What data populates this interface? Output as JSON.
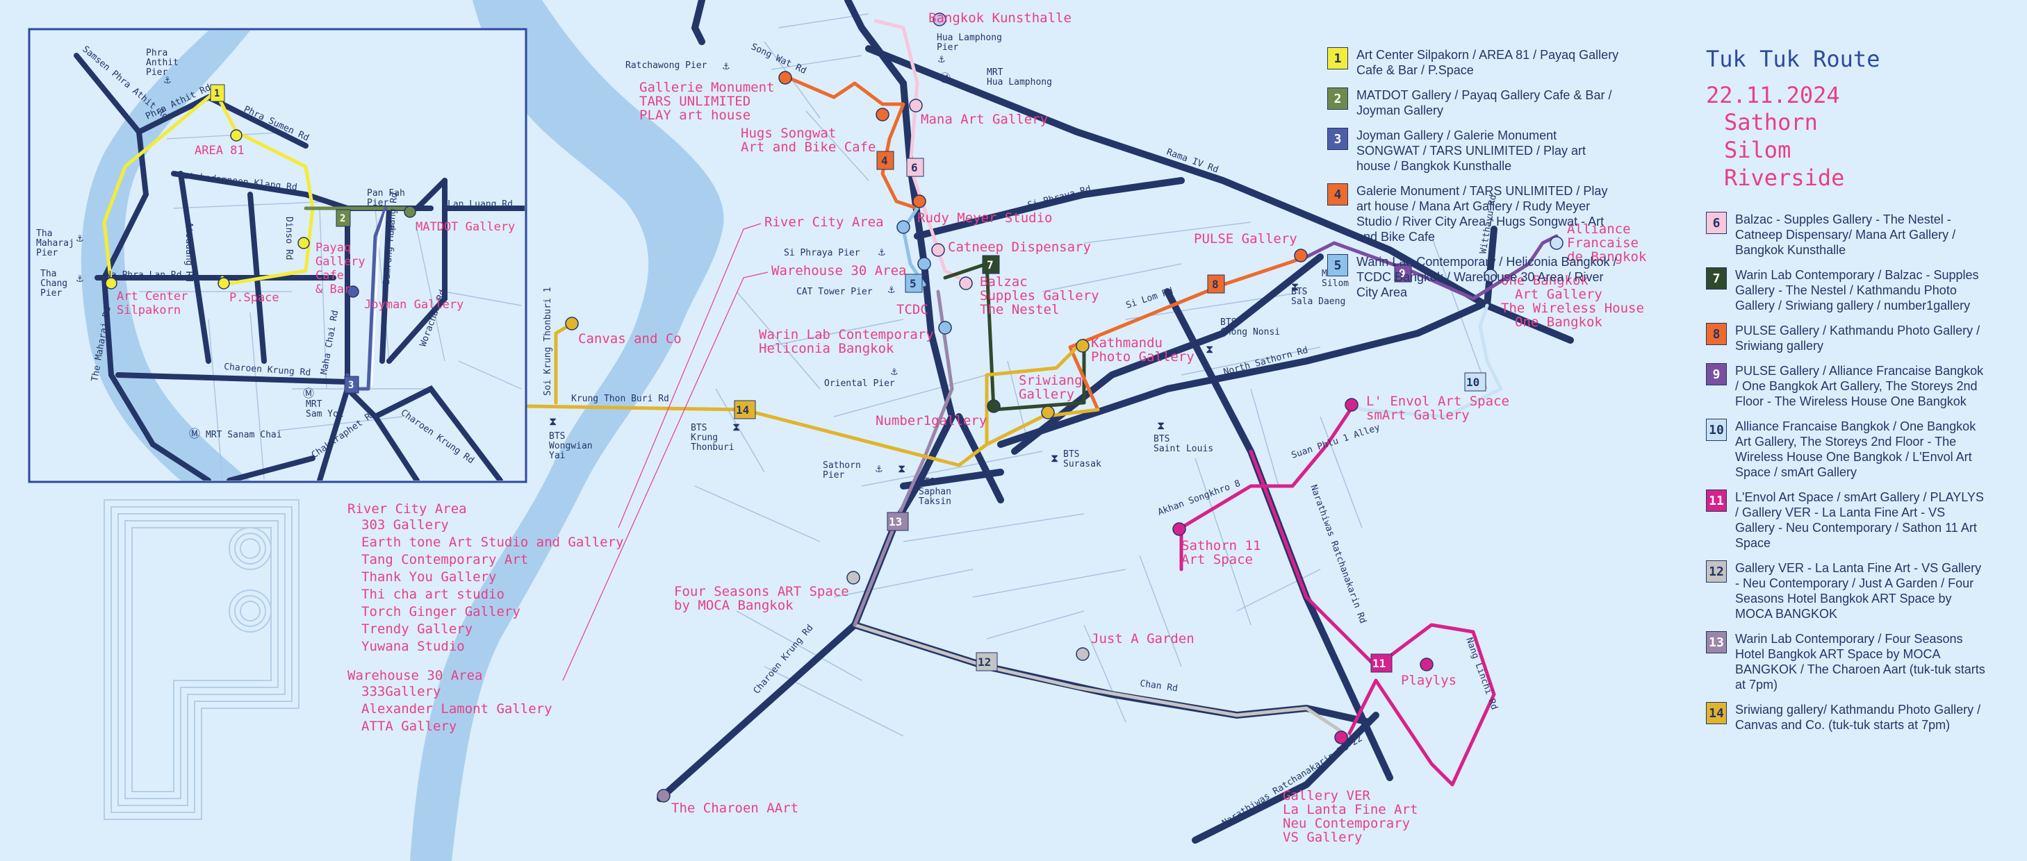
{
  "title": "Tuk Tuk Route",
  "date": "22.11.2024",
  "areas": [
    "Sathorn",
    "Silom",
    "Riverside"
  ],
  "colors": {
    "background": "#dceefb",
    "river": "#aacfee",
    "road": "#243568",
    "pink": "#e83f86",
    "route_yellow": "#f2ec3a",
    "route_olive": "#6d8a4a",
    "route_blue": "#4c5ea8",
    "route_orange": "#ec6b2d",
    "route_purple": "#7a4fa0",
    "route_magenta": "#d6228c",
    "route_gold": "#e1b42c"
  },
  "legend": [
    {
      "num": "1",
      "color": "#f2ec3a",
      "fg": "#243568",
      "text": "Art Center Silpakorn / AREA 81 / Payaq Gallery Cafe & Bar / P.Space"
    },
    {
      "num": "2",
      "color": "#6d8a4a",
      "fg": "#ffffff",
      "text": "MATDOT Gallery / Payaq Gallery Cafe & Bar / Joyman Gallery"
    },
    {
      "num": "3",
      "color": "#4c5ea8",
      "fg": "#ffffff",
      "text": "Joyman Gallery / Galerie Monument SONGWAT / TARS UNLIMITED / Play art house / Bangkok Kunsthalle"
    },
    {
      "num": "4",
      "color": "#ec6b2d",
      "fg": "#243568",
      "text": "Galerie Monument / TARS UNLIMITED / Play art house / Mana Art Gallery / Rudy Meyer Studio / River City Area / Hugs Songwat - Art and Bike Cafe"
    },
    {
      "num": "5",
      "color": "#8ec2ea",
      "fg": "#243568",
      "text": "Warin Lab Contemporary / Heliconia Bangkok / TCDC Bangkok / Warehouse 30 Area / River City Area"
    }
  ],
  "legend2": [
    {
      "num": "6",
      "color": "#f5c8dd",
      "fg": "#243568",
      "text": "Balzac - Supples Gallery - The Nestel - Catneep Dispensary/ Mana Art Gallery / Bangkok Kunsthalle"
    },
    {
      "num": "7",
      "color": "#2f4a2b",
      "fg": "#ffffff",
      "text": "Warin Lab Contemporary / Balzac - Supples Gallery - The Nestel / Kathmandu Photo Gallery / Sriwiang gallery / number1gallery"
    },
    {
      "num": "8",
      "color": "#ec6b2d",
      "fg": "#243568",
      "text": "PULSE Gallery / Kathmandu Photo Gallery / Sriwiang gallery"
    },
    {
      "num": "9",
      "color": "#7a4fa0",
      "fg": "#ffffff",
      "text": "PULSE Gallery / Alliance Francaise Bangkok / One Bangkok Art Gallery, The Storeys 2nd Floor - The Wireless House One Bangkok"
    },
    {
      "num": "10",
      "color": "#c9e2f5",
      "fg": "#243568",
      "text": "Alliance Francaise Bangkok / One Bangkok Art Gallery, The Storeys 2nd Floor - The Wireless House One Bangkok / L'Envol Art Space / smArt Gallery"
    },
    {
      "num": "11",
      "color": "#d6228c",
      "fg": "#ffffff",
      "text": "L'Envol Art Space / smArt Gallery / PLAYLYS / Gallery VER - La Lanta Fine Art - VS Gallery - Neu Contemporary / Sathon 11 Art Space"
    },
    {
      "num": "12",
      "color": "#c4c4c4",
      "fg": "#243568",
      "text": "Gallery VER - La Lanta Fine Art - VS Gallery - Neu Contemporary / Just A Garden / Four Seasons Hotel Bangkok ART Space by MOCA BANGKOK"
    },
    {
      "num": "13",
      "color": "#9a86a8",
      "fg": "#ffffff",
      "text": "Warin Lab Contemporary / Four Seasons Hotel Bangkok ART Space by MOCA BANGKOK / The Charoen Aart (tuk-tuk starts at 7pm)"
    },
    {
      "num": "14",
      "color": "#e1b42c",
      "fg": "#243568",
      "text": "Sriwiang gallery/ Kathmandu Photo Gallery / Canvas and Co. (tuk-tuk starts at 7pm)"
    }
  ],
  "river_city_area": {
    "heading": "River City Area",
    "items": [
      "303 Gallery",
      "Earth tone Art Studio and Gallery",
      "Tang Contemporary Art",
      "Thank You Gallery",
      "Thi cha art studio",
      "Torch Ginger Gallery",
      "Trendy Gallery",
      "Yuwana Studio"
    ]
  },
  "warehouse_area": {
    "heading": "Warehouse 30 Area",
    "items": [
      "333Gallery",
      "Alexander Lamont Gallery",
      "ATTA Gallery"
    ]
  },
  "map_labels": {
    "bangkok_kunsthalle": "Bangkok Kunsthalle",
    "hua_lamphong_pier": [
      "Hua Lamphong",
      "Pier"
    ],
    "mrt_hua_lamphong": [
      "MRT",
      "Hua Lamphong"
    ],
    "ratchawong_pier": "Ratchawong Pier",
    "song_wat_rd": "Song Wat Rd",
    "galerie_monument": [
      "Gallerie Monument",
      "TARS UNLIMITED",
      "PLAY art house"
    ],
    "mana_art_gallery": "Mana Art Gallery",
    "hugs_songwat": [
      "Hugs Songwat",
      "Art and Bike Cafe"
    ],
    "river_city_area": "River City Area",
    "rudy_meyer": "Rudy Meyer Studio",
    "si_phraya_pier": "Si Phraya Pier",
    "catneep": "Catneep Dispensary",
    "warehouse30": "Warehouse 30 Area",
    "cat_tower_pier": "CAT Tower Pier",
    "balzac": [
      "Balzac",
      "Supples Gallery",
      "The Nestel"
    ],
    "tcdc": "TCDC",
    "warin_lab": [
      "Warin Lab Contemporary",
      "Heliconia Bangkok"
    ],
    "oriental_pier": "Oriental Pier",
    "canvas_co": "Canvas and Co",
    "krung_thon_buri_rd": "Krung Thon Buri Rd",
    "soi_krung": "Soi Krung Thonburi 1",
    "bts_wongwian": [
      "BTS",
      "Wongwian",
      "Yai"
    ],
    "bts_krung": [
      "BTS",
      "Krung",
      "Thonburi"
    ],
    "number1": "Number1gallery",
    "sriwiang": [
      "Sriwiang",
      "Gallery"
    ],
    "kathmandu": [
      "Kathmandu",
      "Photo Gallery"
    ],
    "si_phraya_rd": "Si Phraya Rd",
    "rama_iv": "Rama IV Rd",
    "pulse": "PULSE Gallery",
    "mrt_silom": [
      "MRT",
      "Silom"
    ],
    "bts_sala_daeng": [
      "BTS",
      "Sala Daeng"
    ],
    "si_lom_rd": "Si Lom Rd",
    "bts_chong_nonsi": [
      "BTS",
      "Chong Nonsi"
    ],
    "north_sathorn": "North Sathorn Rd",
    "alliance": [
      "Alliance",
      "Francaise",
      "de Bangkok"
    ],
    "one_bangkok": [
      "One Bangkok",
      "Art Gallery",
      "The Wireless House",
      "One Bangkok"
    ],
    "witthayu": "Witthayu Rd",
    "lenvol": [
      "L' Envol Art Space",
      "smArt Gallery"
    ],
    "suan_phlu": "Suan Phlu 1 Alley",
    "sathorn11": [
      "Sathorn 11",
      "Art Space"
    ],
    "akhan": "Akhan Songkhro 8",
    "narathiwas": "Narathiwas Ratchanakarin Rd",
    "bts_saint_louis": [
      "BTS",
      "Saint Louis"
    ],
    "bts_surasak": [
      "BTS",
      "Surasak"
    ],
    "bts_saphan_taksin": [
      "BTS",
      "Saphan",
      "Taksin"
    ],
    "sathorn_pier": [
      "Sathorn",
      "Pier"
    ],
    "four_seasons": [
      "Four Seasons ART Space",
      "by MOCA Bangkok"
    ],
    "just_a_garden": "Just A Garden",
    "chan_rd": "Chan Rd",
    "charoen_krung_rd": "Charoen Krung Rd",
    "charoen_aart": "The Charoen AArt",
    "playlys": "Playlys",
    "nanglinchi": "Nang Linchi Rd",
    "narathiwas22": "Narathiwas Ratchanakarin Rd 22",
    "gallery_ver": [
      "Gallery VER",
      "La Lanta Fine Art",
      "Neu Contemporary",
      "VS Gallery"
    ]
  },
  "inset_labels": {
    "phra_athit_pier": [
      "Phra",
      "Anthit",
      "Pier"
    ],
    "phra_athit_rd": "Phra Athit Rd",
    "samsen": "Samsen Phra Athit Rd",
    "area81": "AREA 81",
    "phra_sumen": "Phra Sumen Rd",
    "ratchadamnoen": "Ratchadamnoen Klang Rd",
    "pan_fah_pier": [
      "Pan Fah",
      "Pier"
    ],
    "lan_luang": "Lan Luang Rd",
    "matdot": "MATDOT Gallery",
    "tha_maharaj": [
      "Tha",
      "Maharaj",
      "Pier"
    ],
    "tha_chang": [
      "Tha",
      "Chang",
      "Pier"
    ],
    "na_phra_lan": "Na Phra Lan Rd",
    "art_center": [
      "Art Center",
      "Silpakorn"
    ],
    "p_space": "P.Space",
    "payaq": [
      "Payaq",
      "Gallery",
      "Cafe",
      "& Bar"
    ],
    "joyman": "Joyman Gallery",
    "dinso": "Dinso Rd",
    "atsadang": "Atsadang Rd",
    "worachak": "Worachak Rd",
    "bamrung": "Bamrung Mueang Rd",
    "maha_chai": "Maha Chai Rd",
    "charoen_krung": "Charoen Krung Rd",
    "maharaj_rd": "The Maharaj Rd",
    "mrt_sam_yot": [
      "MRT",
      "Sam Yot"
    ],
    "mrt_sanam_chai": "MRT Sanam Chai",
    "chakkraphet": "Chakkraphet Rd",
    "chong_krung": "Charoen Krung Rd"
  }
}
